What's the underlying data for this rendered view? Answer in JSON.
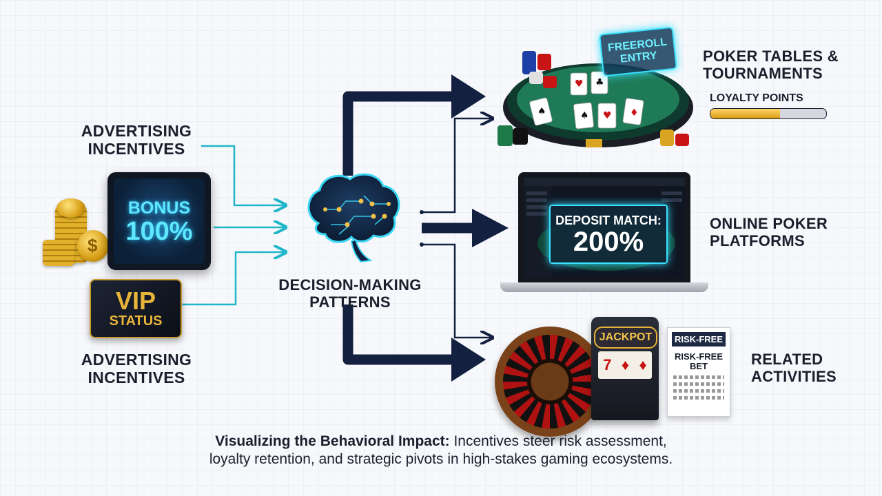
{
  "inputs": {
    "top_label": "ADVERTISING INCENTIVES",
    "bottom_label": "ADVERTISING INCENTIVES",
    "tablet": {
      "title": "BONUS",
      "value": "100%"
    },
    "vip_card": {
      "line1": "VIP",
      "line2": "STATUS"
    }
  },
  "center": {
    "label": "DECISION-MAKING PATTERNS"
  },
  "outputs": {
    "poker_tables": {
      "label": "POKER TABLES & TOURNAMENTS",
      "badge_line1": "FREEROLL",
      "badge_line2": "ENTRY",
      "meter_label": "LOYALTY POINTS",
      "meter_fill": 0.6
    },
    "online": {
      "label": "ONLINE POKER PLATFORMS",
      "offer_line1": "DEPOSIT MATCH:",
      "offer_value": "200%"
    },
    "related": {
      "label": "RELATED ACTIVITIES",
      "slot_sign": "JACKPOT",
      "ticket_header": "RISK-FREE",
      "ticket_body": "RISK-FREE BET"
    }
  },
  "caption": {
    "bold": "Visualizing the Behavioral Impact:",
    "line1_rest": " Incentives steer risk assessment,",
    "line2": "loyalty retention, and strategic pivots in high-stakes gaming ecosystems."
  },
  "colors": {
    "navy": "#13203f",
    "teal": "#1fb6c9",
    "gold": "#e8b53a",
    "neon": "#39e1ff"
  }
}
